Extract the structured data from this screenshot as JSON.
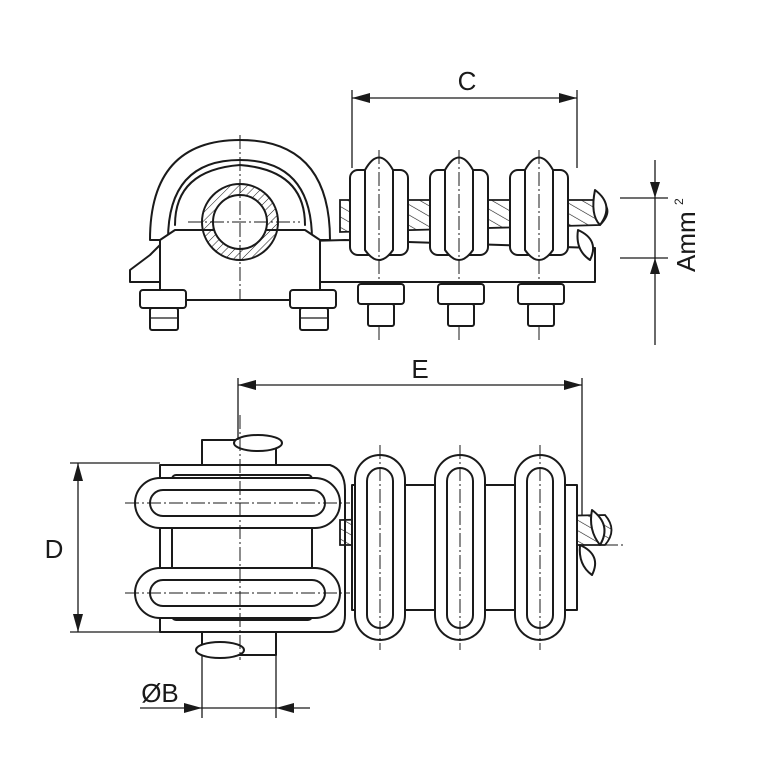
{
  "labels": {
    "C": "C",
    "A": "Amm",
    "A_sup": "2",
    "E": "E",
    "D": "D",
    "B": "ØB"
  }
}
